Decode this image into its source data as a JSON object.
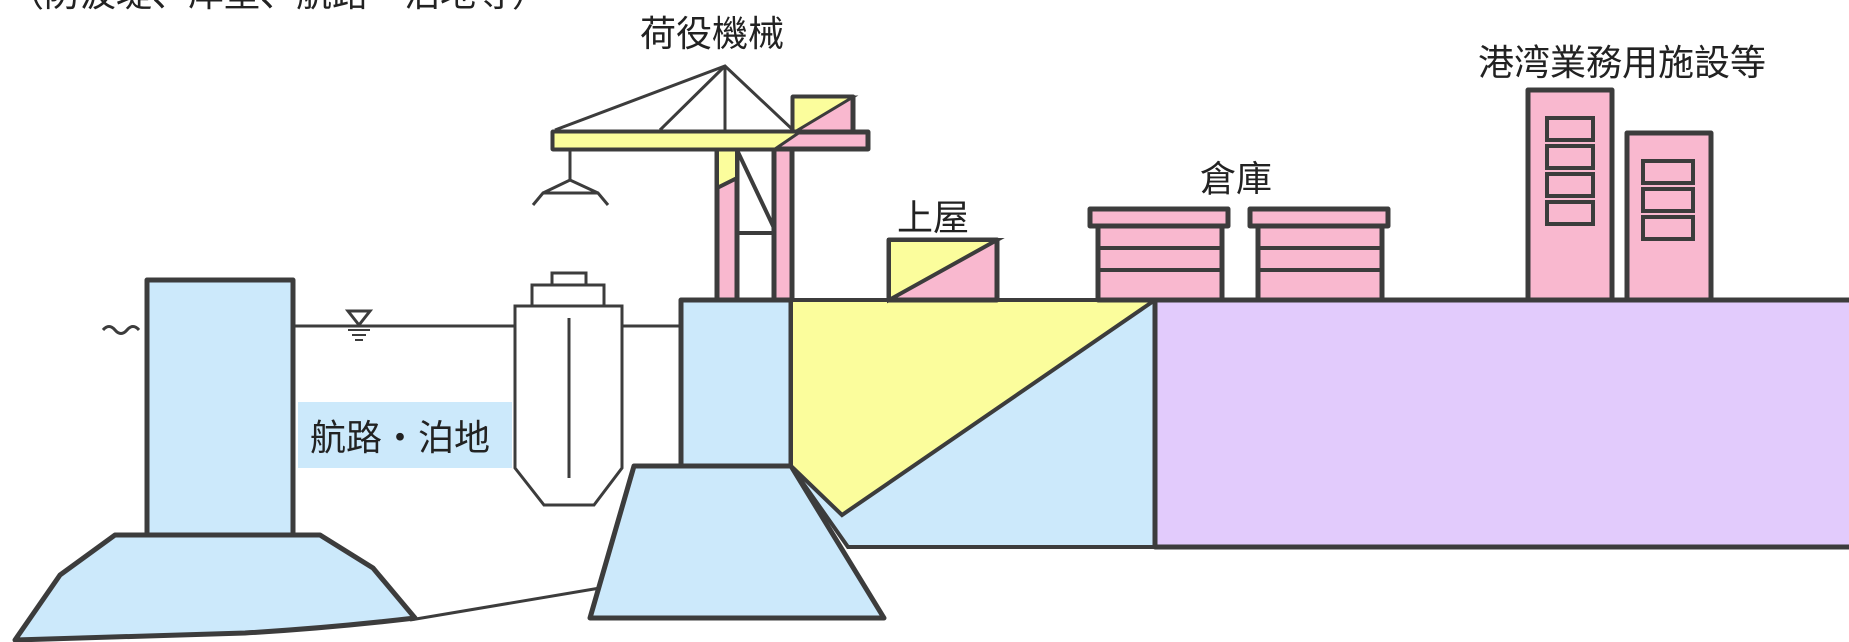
{
  "labels": {
    "top_left_partial": "（防波堤、岸壁、航路・泊地等）",
    "cargo_handling": "荷役機械",
    "port_business_facilities": "港湾業務用施設等",
    "warehouse": "倉庫",
    "transit_shed": "上屋",
    "channel_anchorage": "航路・泊地"
  },
  "colors": {
    "water_structure": "#cce9fb",
    "pink": "#f9b8cf",
    "yellow": "#fbfd9c",
    "land": "#e2cbfc",
    "outline": "#3c3c3c"
  },
  "icons": {
    "water_level": "water-level-marker-icon",
    "wave": "wave-icon"
  }
}
